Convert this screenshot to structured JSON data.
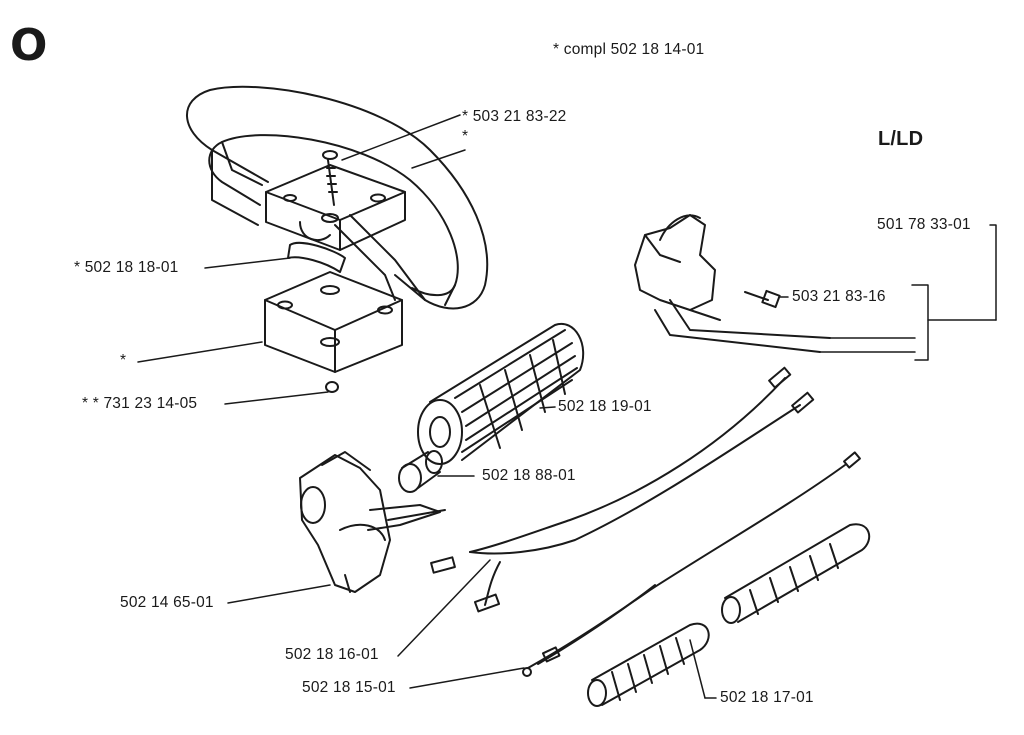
{
  "page_marker": "O",
  "model_code": "L/LD",
  "kit_note": "* compl 502 18 14-01",
  "labels": {
    "screw_top": "* 503 21 83-22",
    "handle_star": "*",
    "clamp_top": "* 502 18 18-01",
    "clamp_bottom": "*",
    "nut": "* * 731 23 14-05",
    "grip": "502 18 19-01",
    "spacer": "502 18 88-01",
    "throttle_housing": "502 14 65-01",
    "wire_harness": "502 18 16-01",
    "throttle_cable": "502 18 15-01",
    "cable_sleeve": "502 18 17-01",
    "bracket_kit": "501 78 33-01",
    "bracket_screw": "503 21 83-16"
  },
  "colors": {
    "ink": "#1a1a1a",
    "paper": "#ffffff"
  }
}
